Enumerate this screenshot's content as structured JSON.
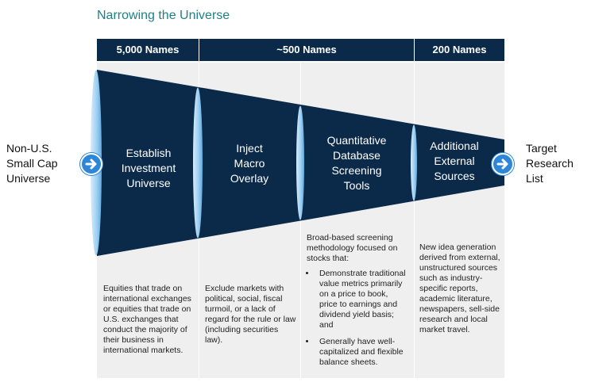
{
  "title": "Narrowing the Universe",
  "headers": [
    "5,000 Names",
    "~500 Names",
    "200 Names"
  ],
  "left_label": [
    "Non-U.S.",
    "Small Cap",
    "Universe"
  ],
  "right_label": [
    "Target",
    "Research",
    "List"
  ],
  "stages": [
    [
      "Establish",
      "Investment",
      "Universe"
    ],
    [
      "Inject",
      "Macro",
      "Overlay"
    ],
    [
      "Quantitative",
      "Database",
      "Screening",
      "Tools"
    ],
    [
      "Additional",
      "External",
      "Sources"
    ]
  ],
  "descriptions": {
    "col1": "Equities that trade on international exchanges or equities that trade on U.S. exchanges that conduct the majority of their business in international markets.",
    "col2": "Exclude markets with political, social, fiscal turmoil, or a lack of regard for the rule or law (including securities law).",
    "col3_intro": "Broad-based screening methodology focused on stocks that:",
    "col3_bullets": [
      "Demonstrate traditional value metrics primarily on a price to book, price to earnings and dividend yield basis; and",
      "Generally have well-capitalized and flexible balance sheets."
    ],
    "col4": "New idea generation derived from external, unstructured sources such as industry-specific reports, academic literature, newspapers, sell-side research and local market travel."
  },
  "icons": {
    "arrow": "arrow-right-circle-icon"
  },
  "colors": {
    "navy": "#0b2a4a",
    "teal": "#1e7f86",
    "arrow_blue": "#2e86d8",
    "panel": "#efefef"
  }
}
